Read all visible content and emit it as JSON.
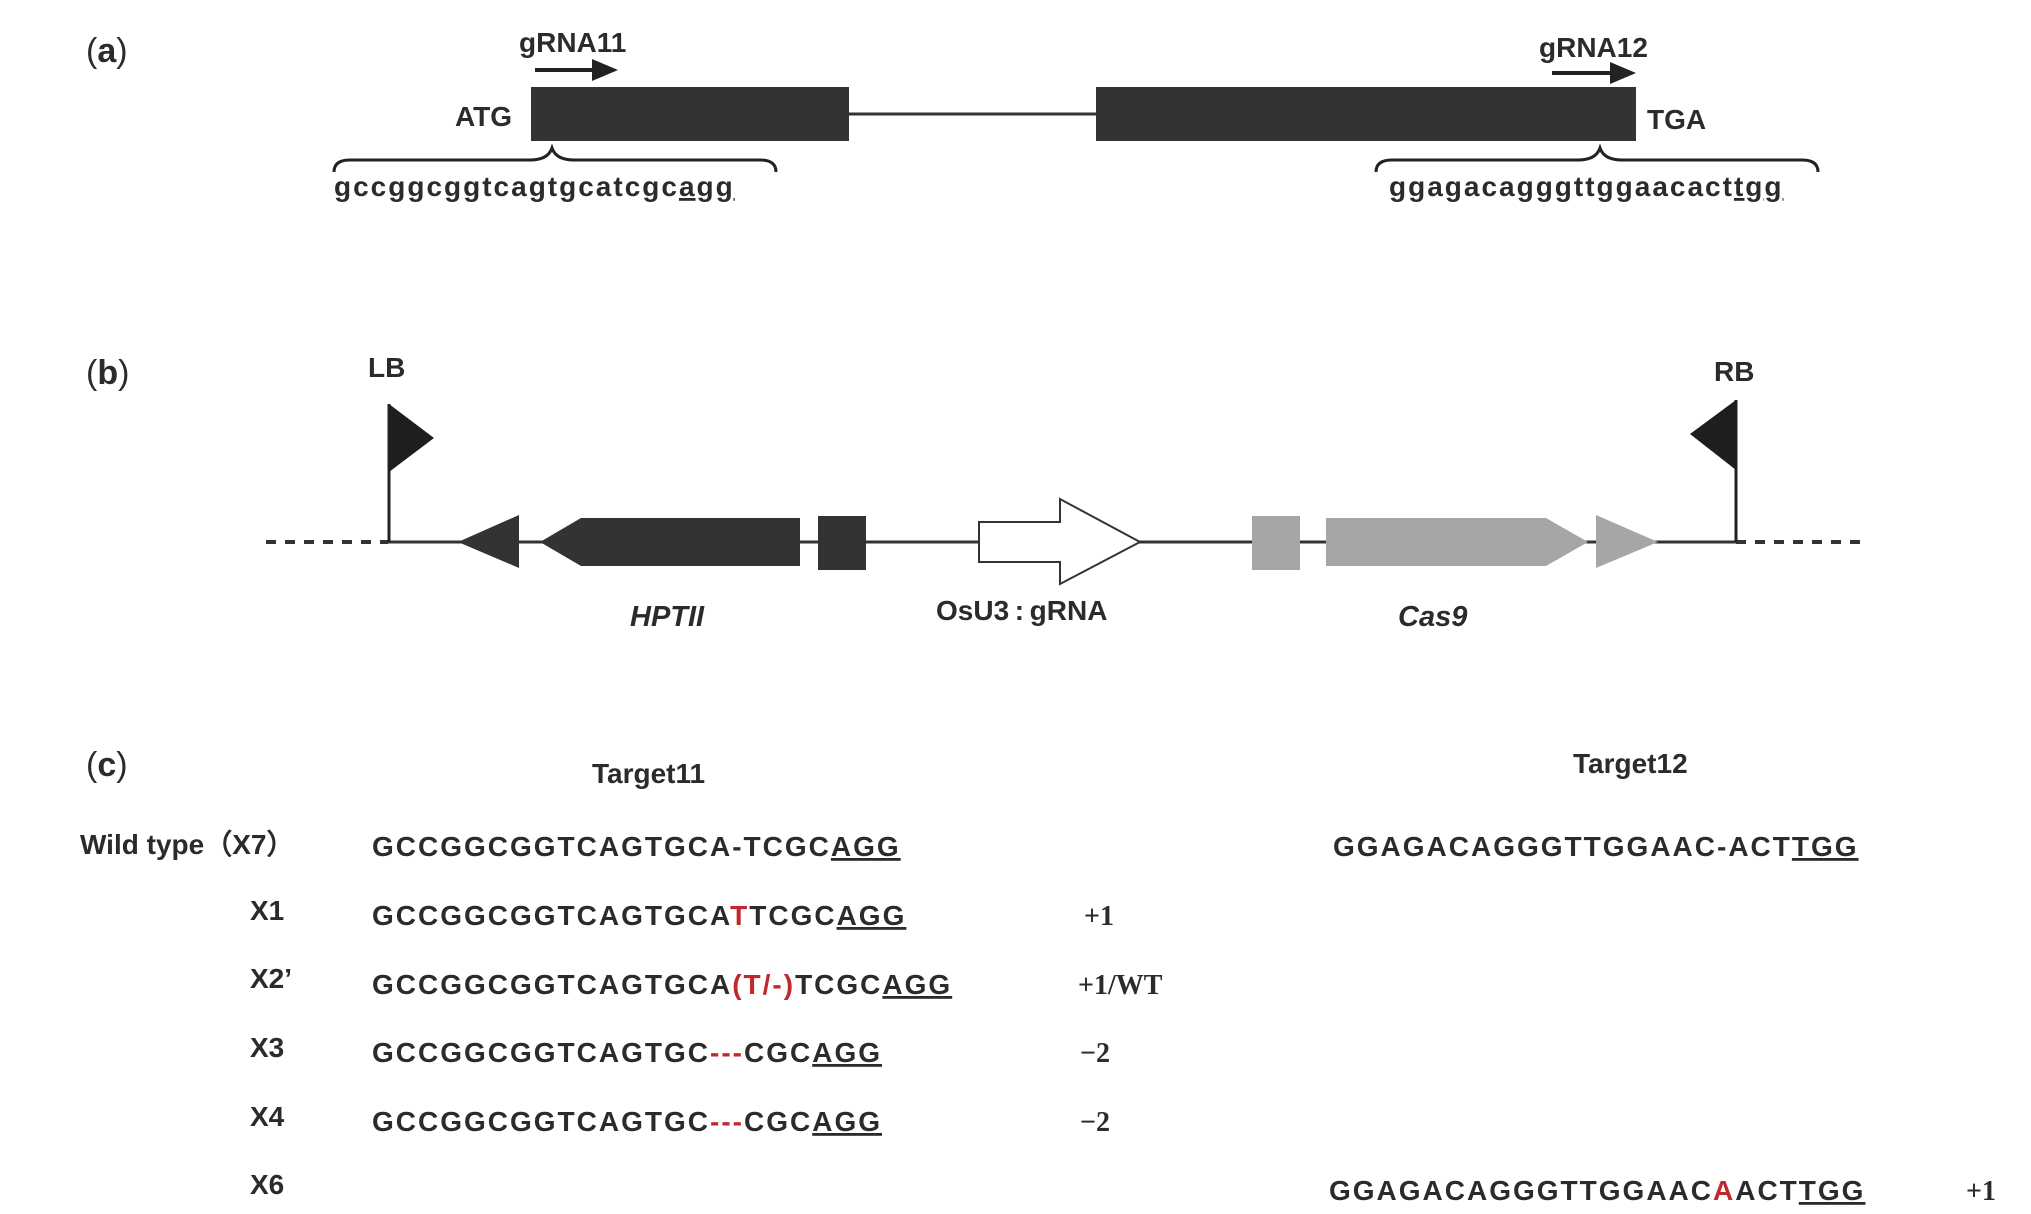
{
  "panel_a": {
    "label": "(a)",
    "label_letter": "a",
    "grna_left": "gRNA11",
    "grna_right": "gRNA12",
    "start_codon": "ATG",
    "stop_codon": "TGA",
    "seq_left_main": "gccggcggtcagtgcatcgc",
    "seq_left_pam": "agg",
    "seq_right_main": "ggagacagggttggaacact",
    "seq_right_pam": "tgg"
  },
  "panel_b": {
    "label": "(b)",
    "label_letter": "b",
    "lb": "LB",
    "rb": "RB",
    "hptii": "HPTII",
    "osu3": "OsU3 : gRNA",
    "cas9": "Cas9"
  },
  "panel_c": {
    "label": "(c)",
    "label_letter": "c",
    "target11": "Target11",
    "target12": "Target12",
    "rows": {
      "wt": {
        "name": "Wild type（X7）",
        "s11": "GCCGGCGGTCAGTGCA",
        "s11_gap": "-",
        "s11_tail": "TCGC",
        "pam11": "AGG",
        "s12": "GGAGACAGGGTTGGAAC",
        "s12_gap": "-",
        "s12_tail": "ACT",
        "pam12": "TGG"
      },
      "x1": {
        "name": "X1",
        "s11": "GCCGGCGGTCAGTGCA",
        "ins": "T",
        "s11_tail": "TCGC",
        "pam11": "AGG",
        "note": "+1"
      },
      "x2": {
        "name": "X2’",
        "s11": "GCCGGCGGTCAGTGCA",
        "alt": "(T/-)",
        "s11_tail": "TCGC",
        "pam11": "AGG",
        "note": "+1/WT"
      },
      "x3": {
        "name": "X3",
        "s11": "GCCGGCGGTCAGTGC",
        "del": "---",
        "s11_tail": "CGC",
        "pam11": "AGG",
        "note": "−2"
      },
      "x4": {
        "name": "X4",
        "s11": "GCCGGCGGTCAGTGC",
        "del": "---",
        "s11_tail": "CGC",
        "pam11": "AGG",
        "note": "−2"
      },
      "x6": {
        "name": "X6",
        "s12": "GGAGACAGGGTTGGAAC",
        "ins": "A",
        "s12_tail": "ACT",
        "pam12": "TGG",
        "note": "+1"
      }
    }
  },
  "colors": {
    "dark": "#333333",
    "grey": "#a6a6a6",
    "mutation_red": "#c0282c"
  }
}
